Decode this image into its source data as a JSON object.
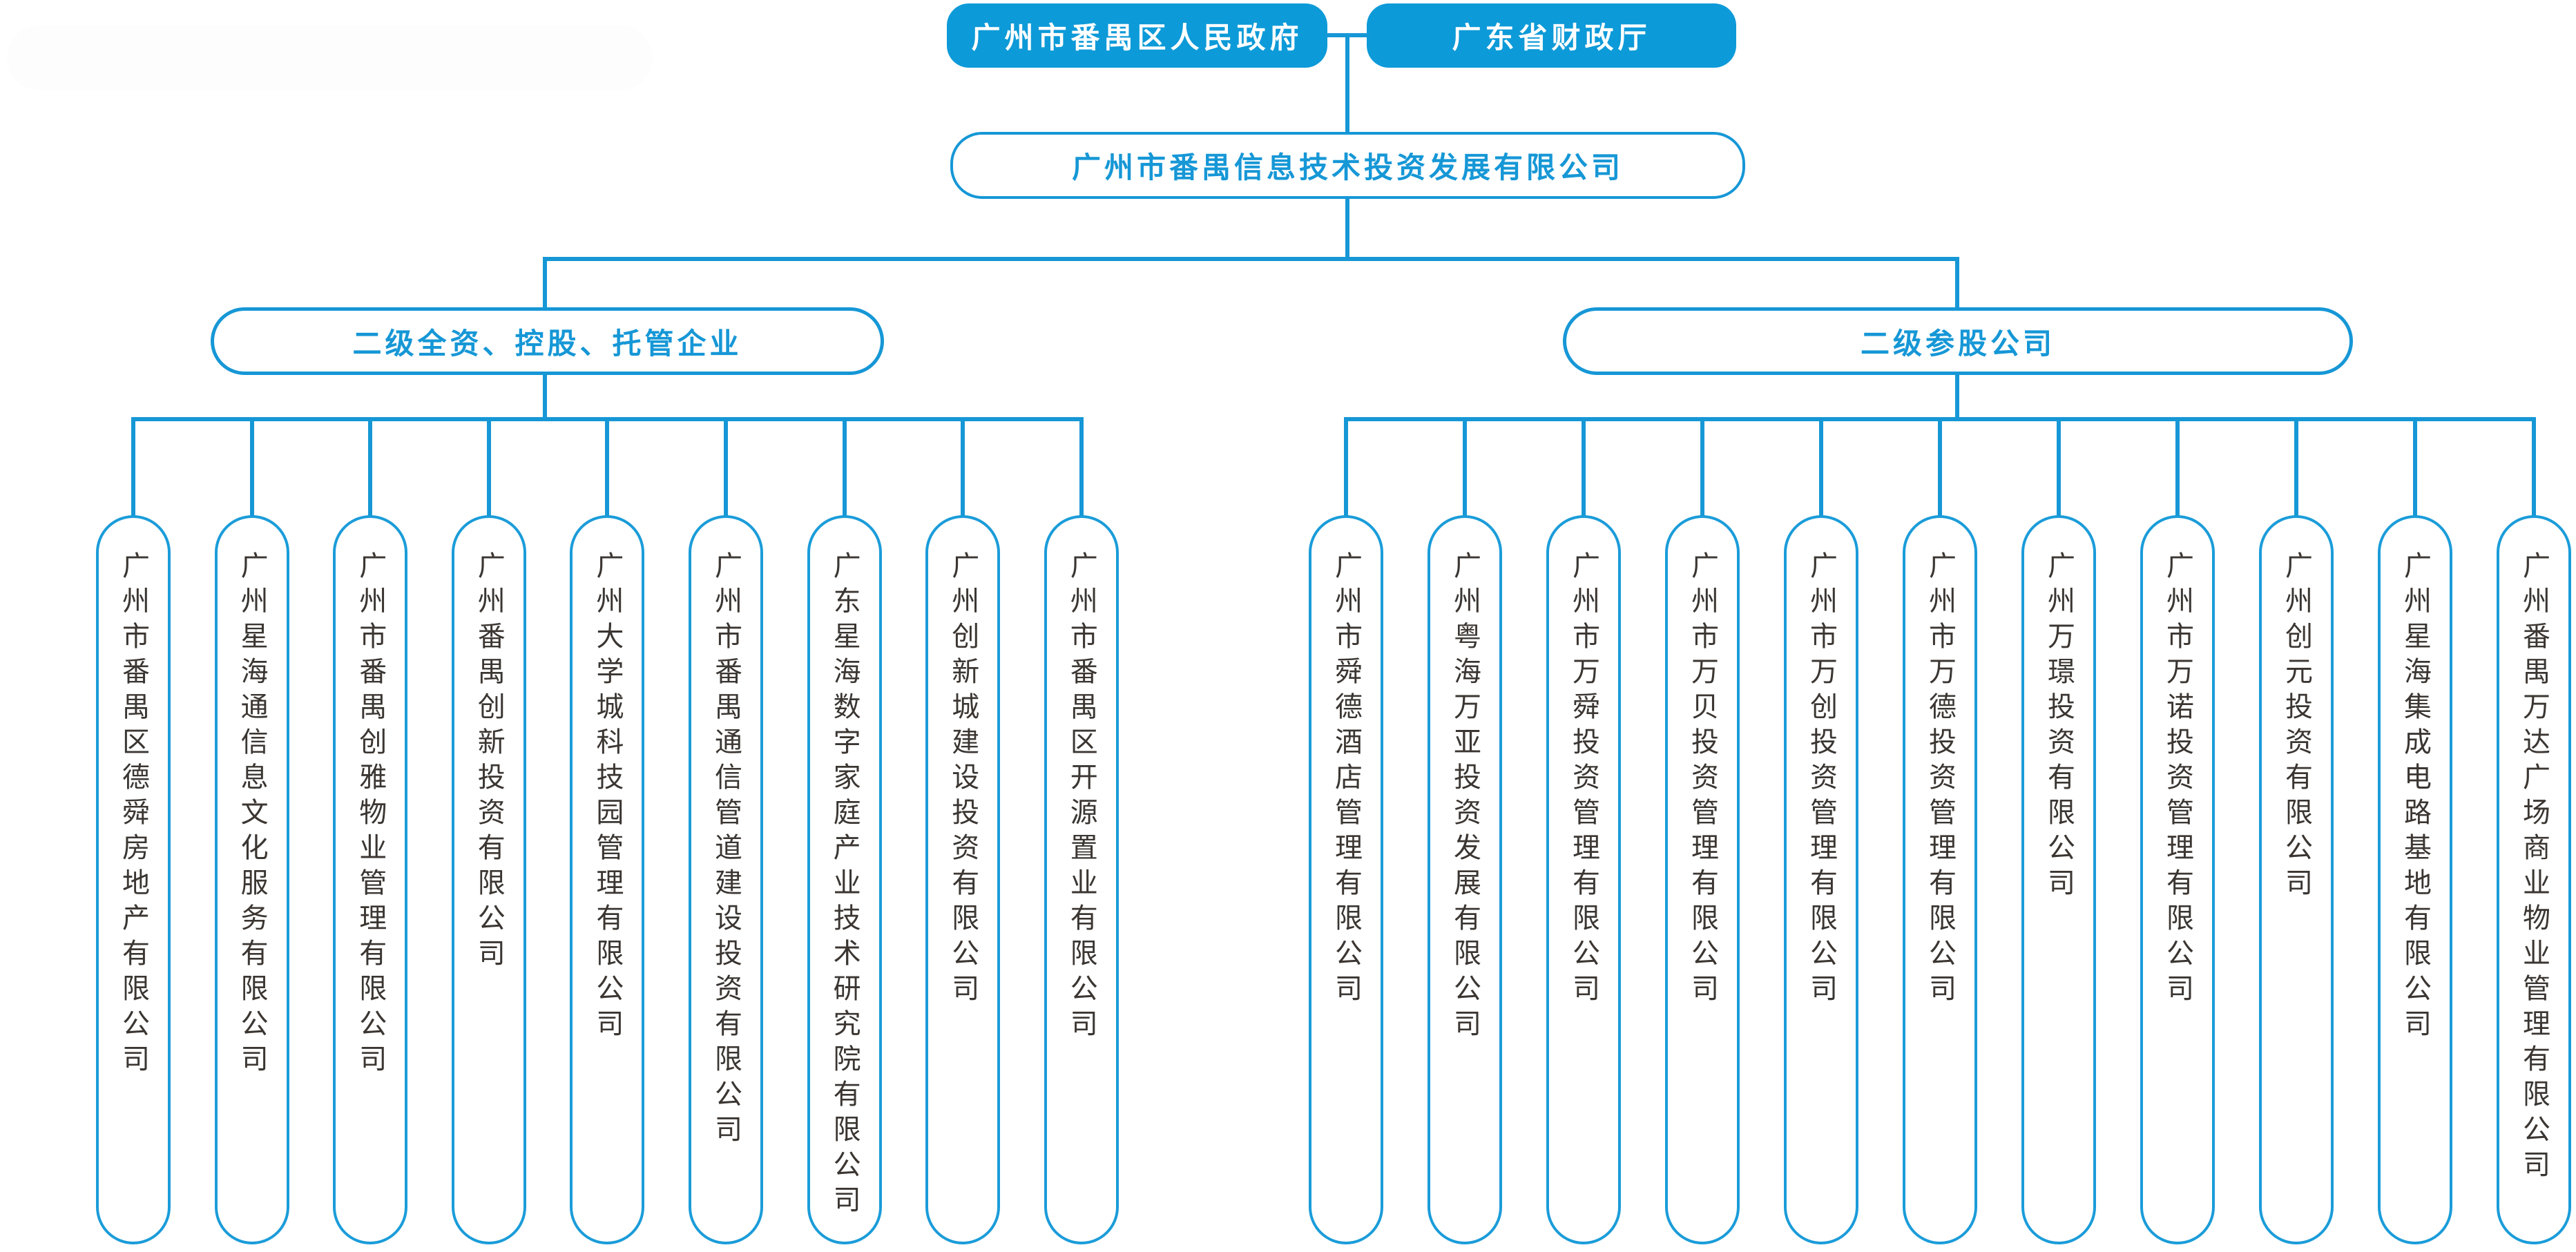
{
  "chart": {
    "parents": [
      {
        "label": "广州市番禺区人民政府"
      },
      {
        "label": "广东省财政厅"
      }
    ],
    "company": {
      "label": "广州市番禺信息技术投资发展有限公司"
    },
    "branches": [
      {
        "label": "二级全资、控股、托管企业",
        "companies": [
          "广州市番禺区德舜房地产有限公司",
          "广州星海通信息文化服务有限公司",
          "广州市番禺创雅物业管理有限公司",
          "广州番禺创新投资有限公司",
          "广州大学城科技园管理有限公司",
          "广州市番禺通信管道建设投资有限公司",
          "广东星海数字家庭产业技术研究院有限公司",
          "广州创新城建设投资有限公司",
          "广州市番禺区开源置业有限公司"
        ]
      },
      {
        "label": "二级参股公司",
        "companies": [
          "广州市舜德酒店管理有限公司",
          "广州粤海万亚投资发展有限公司",
          "广州市万舜投资管理有限公司",
          "广州市万贝投资管理有限公司",
          "广州市万创投资管理有限公司",
          "广州市万德投资管理有限公司",
          "广州万璟投资有限公司",
          "广州市万诺投资管理有限公司",
          "广州创元投资有限公司",
          "广州星海集成电路基地有限公司",
          "广州番禺万达广场商业物业管理有限公司"
        ]
      }
    ]
  },
  "colors": {
    "solid_box_fill": "#0d9ad8",
    "line_blue": "#1697d6",
    "capsule_border": "#1b9cd9",
    "blue_text": "#1697d6",
    "capsule_text": "#3b3632",
    "background": "#ffffff",
    "ghost_pill": "#fdfdfd"
  }
}
